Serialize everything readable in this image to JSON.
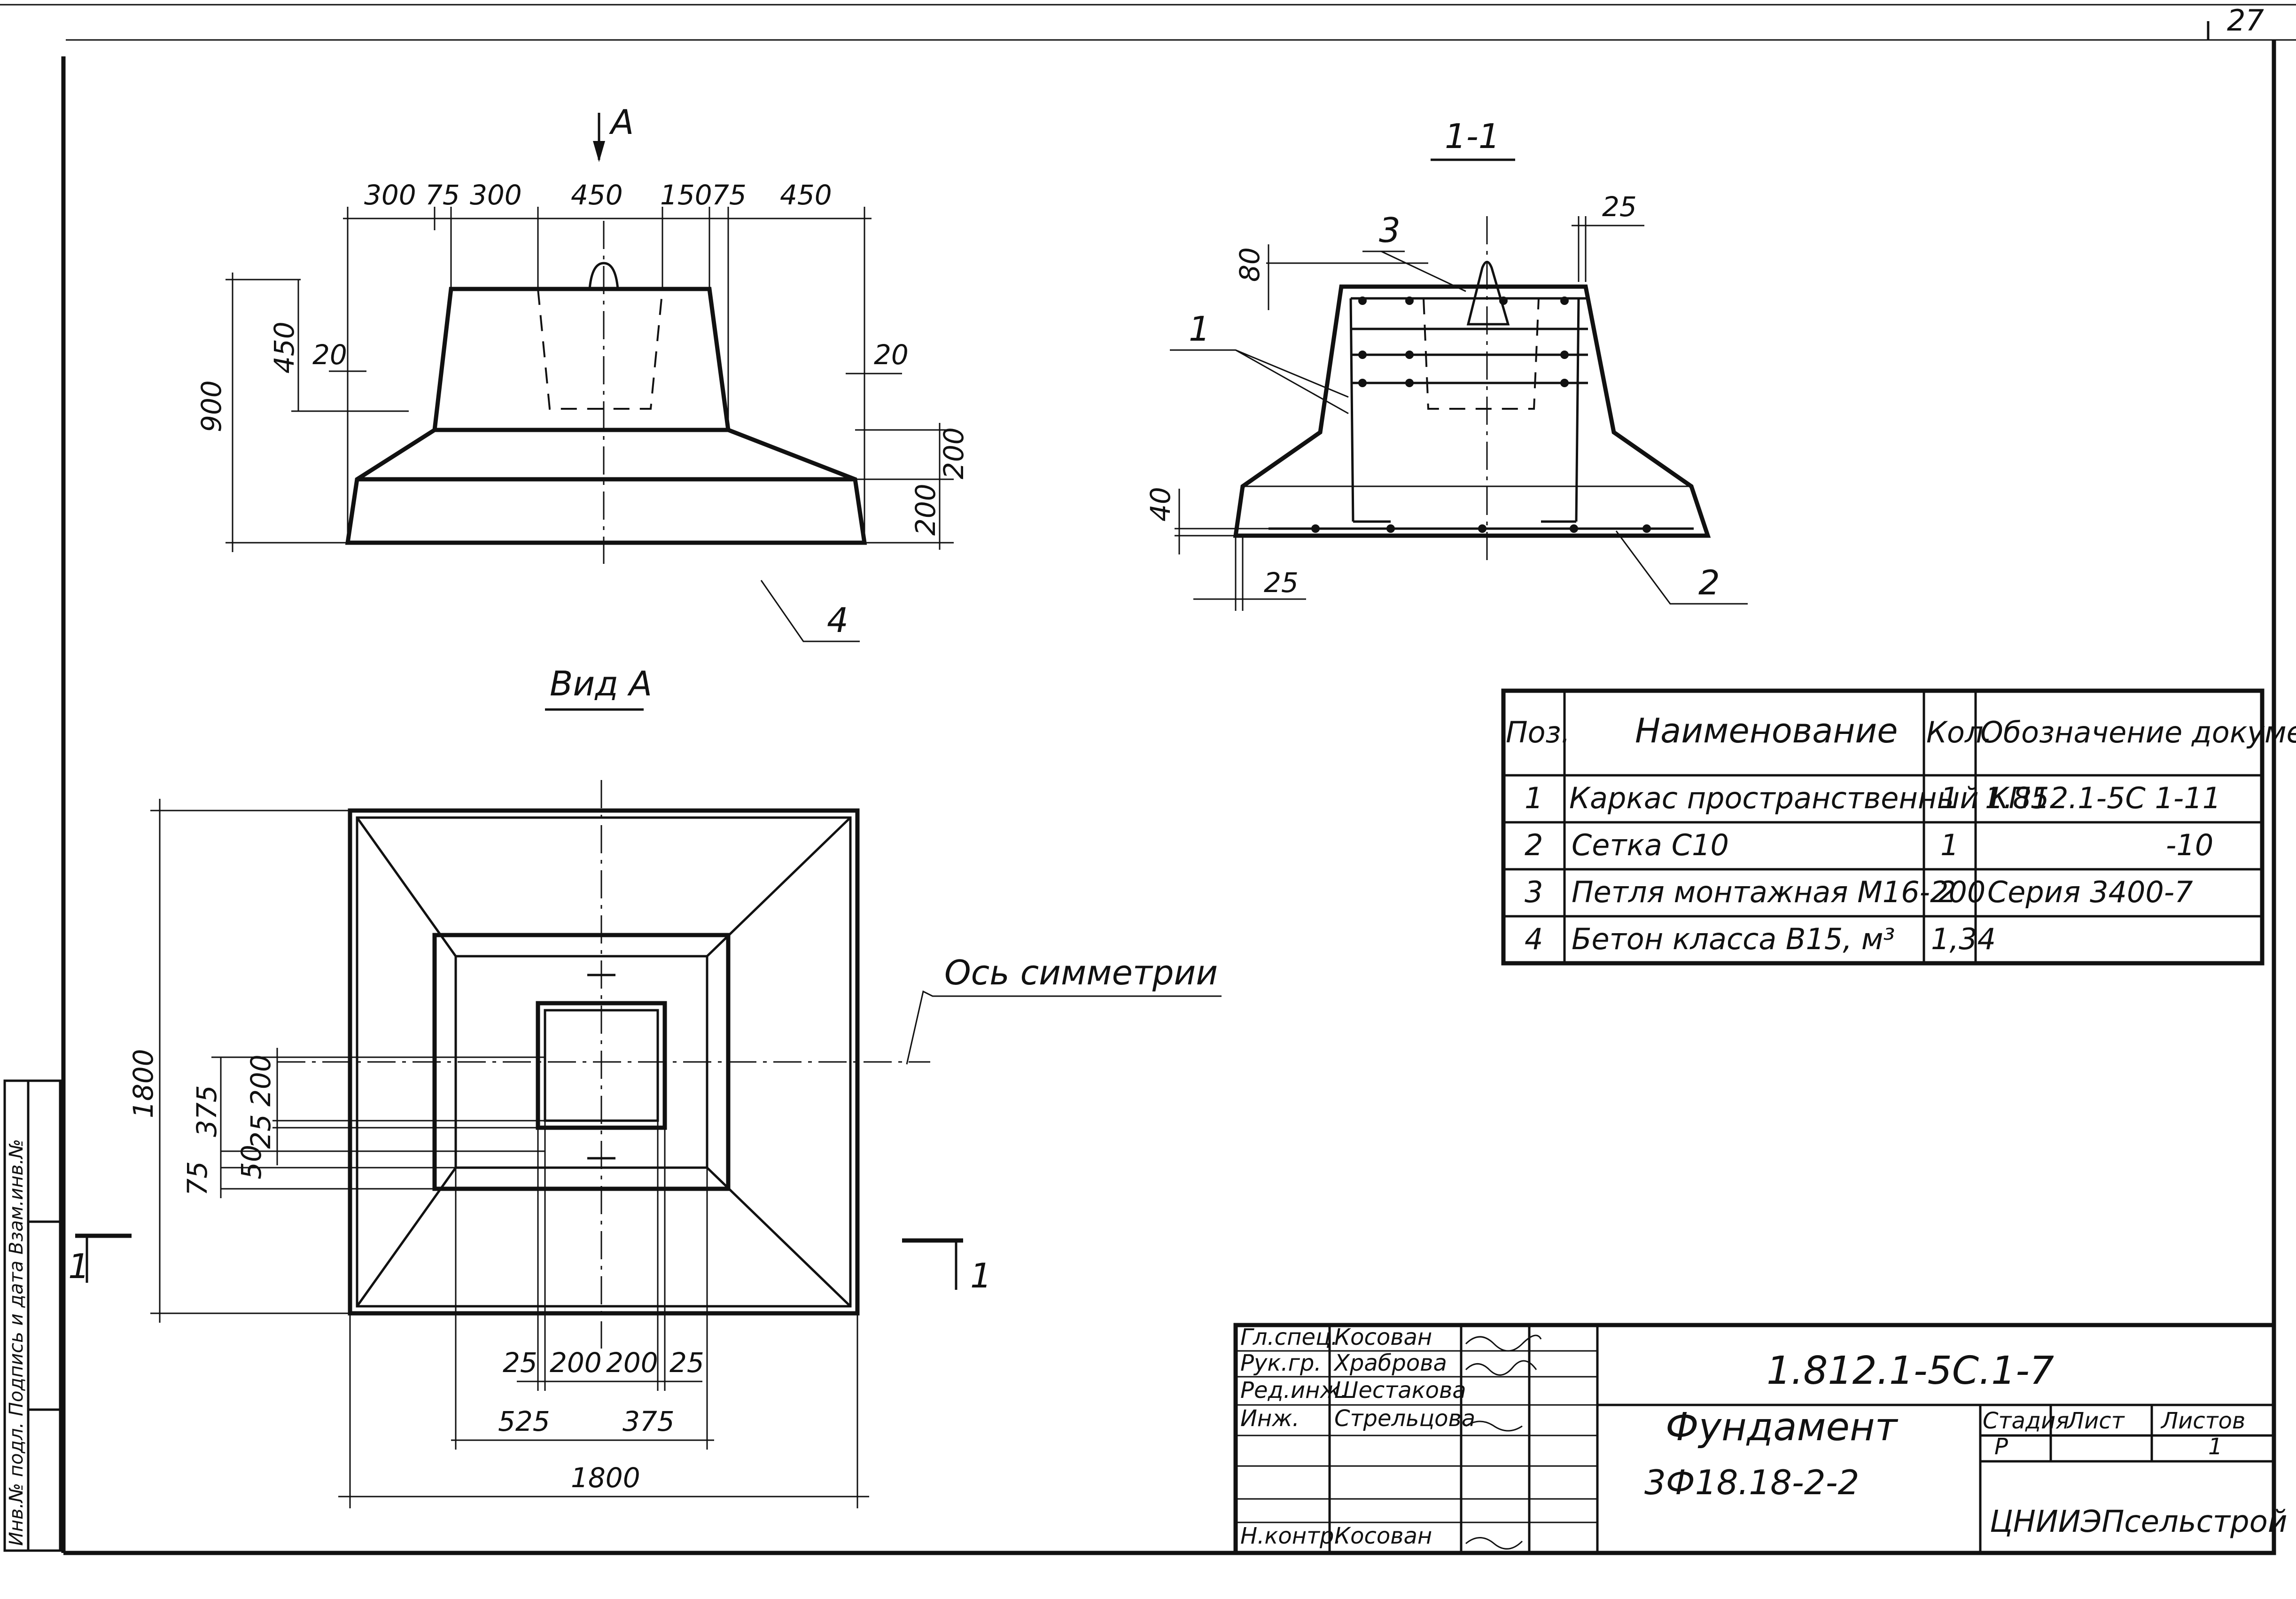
{
  "page_number": "27",
  "views": {
    "front": {
      "arrow_label": "A",
      "dims_top": [
        "300",
        "75",
        "300",
        "450",
        "150",
        "75",
        "450"
      ],
      "dim_left_total": "900",
      "dim_left_upper": "450",
      "dim_left_20": "20",
      "dim_right_20": "20",
      "dim_right_200_upper": "200",
      "dim_right_200_lower": "200",
      "pos_label": "4"
    },
    "section": {
      "title": "1-1",
      "dim_80": "80",
      "dim_25_top": "25",
      "dim_40": "40",
      "dim_25_bottom": "25",
      "pos_1": "1",
      "pos_2": "2",
      "pos_3": "3"
    },
    "plan": {
      "title": "Вид А",
      "axis_label": "Ось симметрии",
      "dim_height": "1800",
      "dims_left": [
        "375",
        "25",
        "200",
        "50",
        "75"
      ],
      "dims_bottom_row1": [
        "25",
        "200",
        "200",
        "25"
      ],
      "dims_bottom_row2": [
        "525",
        "375"
      ],
      "dim_width": "1800",
      "section_mark_left": "1",
      "section_mark_right": "1"
    }
  },
  "spec_table": {
    "headers": [
      "Поз.",
      "Наименование",
      "Кол.",
      "Обозначение документа"
    ],
    "rows": [
      [
        "1",
        "Каркас пространственный КП5",
        "1",
        "1.812.1-5С 1-11"
      ],
      [
        "2",
        "Сетка С10",
        "1",
        "-10"
      ],
      [
        "3",
        "Петля монтажная М16-200",
        "2",
        "Серия 3400-7"
      ],
      [
        "4",
        "Бетон класса В15, м³",
        "1,34",
        ""
      ]
    ]
  },
  "title_block": {
    "doc_code": "1.812.1-5С.1-7",
    "name": "Фундамент",
    "mark": "3Ф18.18-2-2",
    "org": "ЦНИИЭПсельстрой",
    "stage_header": "Стадия",
    "sheet_header": "Лист",
    "sheets_header": "Листов",
    "stage_value": "Р",
    "sheets_value": "1",
    "signatures": [
      {
        "role": "Гл.спец.",
        "name": "Косован"
      },
      {
        "role": "Рук.гр.",
        "name": "Храброва"
      },
      {
        "role": "Ред.инж.",
        "name": "Шестакова"
      },
      {
        "role": "Инж.",
        "name": "Стрельцова"
      },
      {
        "role": "",
        "name": ""
      },
      {
        "role": "",
        "name": ""
      },
      {
        "role": "Н.контр.",
        "name": "Косован"
      }
    ]
  },
  "side_stamp": {
    "text": "Инв.№ подл.   Подпись и дата   Взам.инв.№"
  }
}
